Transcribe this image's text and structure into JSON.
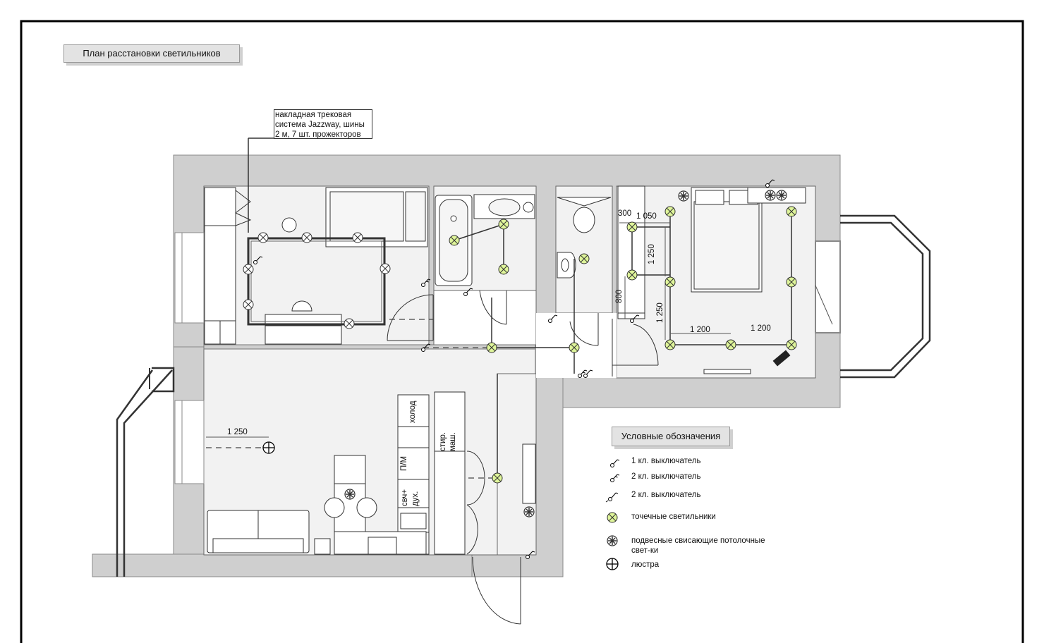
{
  "title": "План расстановки светильников",
  "callout": {
    "lines": [
      "накладная трековая",
      "система Jazzway, шины",
      "2 м, 7 шт. прожекторов"
    ]
  },
  "dimensions": {
    "living_1250": "1 250",
    "bed_300": "300",
    "bed_1050": "1 050",
    "bed_1250_top": "1 250",
    "bed_800": "800",
    "bed_1250_bottom": "1 250",
    "bed_1200_a": "1 200",
    "bed_1200_b": "1 200"
  },
  "appliances": {
    "fridge": "холод",
    "washer_1": "стир.",
    "washer_2": "маш.",
    "dishwasher": "П/М",
    "microwave": "свч+",
    "oven": "дух."
  },
  "legend": {
    "title": "Условные обозначения",
    "switch_1": "1 кл. выключатель",
    "switch_2": "2 кл. выключатель",
    "switch_2_pass": "2 кл. выключатель",
    "spot": "точечные светильники",
    "pendant_line1": "подвесные свисающие потолочные",
    "pendant_line2": "свет-ки",
    "chandelier": "люстра"
  },
  "colors": {
    "wall": "#cfcfcf",
    "floor": "#f0f0f0",
    "spot_fill": "#dff59a",
    "frame": "#000000"
  }
}
